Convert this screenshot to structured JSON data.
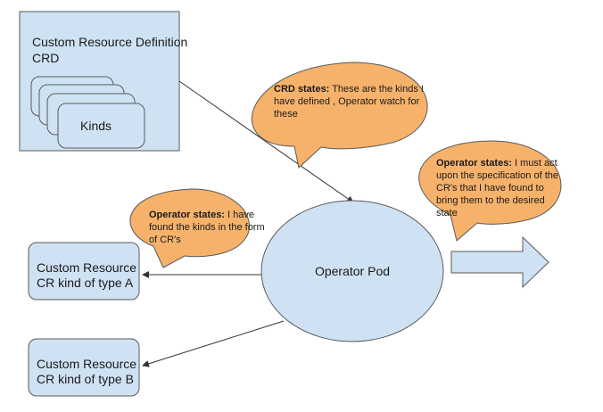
{
  "colors": {
    "box_fill": "#cfe2f3",
    "stroke": "#595959",
    "bubble_fill": "#f6b26b",
    "text": "#1a1a1a"
  },
  "crd": {
    "title_line1": "Custom Resource Definition",
    "title_line2": "CRD",
    "kinds_label": "Kinds"
  },
  "bubble_crd": {
    "bold": "CRD states:",
    "line1": " These are the kinds I",
    "line2": "have defined , Operator watch for",
    "line3": "these"
  },
  "bubble_operator_act": {
    "bold": "Operator states:",
    "line1": " I must act",
    "line2": "upon the specification of the",
    "line3": "CR's that I have found to",
    "line4": "bring them to the desired",
    "line5": "state"
  },
  "bubble_operator_found": {
    "bold": "Operator states:",
    "line1": " I have",
    "line2": "found the kinds in the form",
    "line3": "of CR's"
  },
  "operator_pod": {
    "label": "Operator Pod"
  },
  "cr_a": {
    "line1": "Custom Resource",
    "line2": "CR kind of type A"
  },
  "cr_b": {
    "line1": "Custom Resource",
    "line2": "CR kind of type B"
  }
}
